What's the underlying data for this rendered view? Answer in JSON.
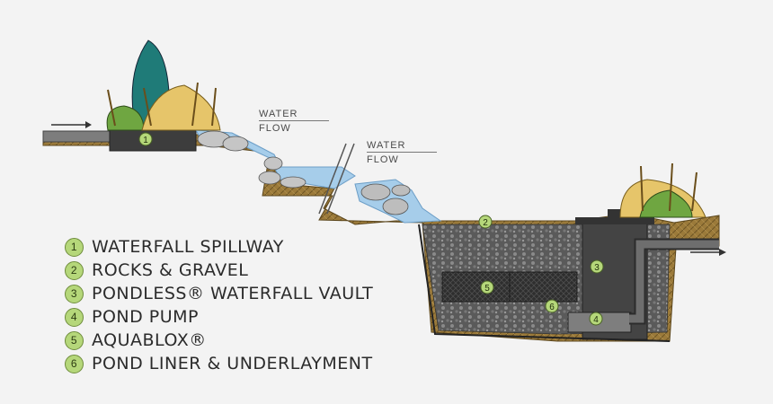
{
  "flow_labels": [
    {
      "line1": "WATER",
      "line2": "FLOW"
    },
    {
      "line1": "WATER",
      "line2": "FLOW"
    }
  ],
  "legend": [
    {
      "num": "1",
      "label": "Waterfall Spillway"
    },
    {
      "num": "2",
      "label": "Rocks & Gravel"
    },
    {
      "num": "3",
      "label": "Pondless® Waterfall Vault"
    },
    {
      "num": "4",
      "label": "Pond Pump"
    },
    {
      "num": "5",
      "label": "AquaBlox®"
    },
    {
      "num": "6",
      "label": "Pond Liner & Underlayment"
    }
  ],
  "markers": [
    "1",
    "2",
    "3",
    "4",
    "5",
    "6"
  ],
  "colors": {
    "soil": "#9b7a3a",
    "water": "#9fc8e8",
    "gravel": "#5d5d5d",
    "vault": "#3f3f3f",
    "marker": "#b5d77a",
    "background": "#f3f3f3"
  }
}
